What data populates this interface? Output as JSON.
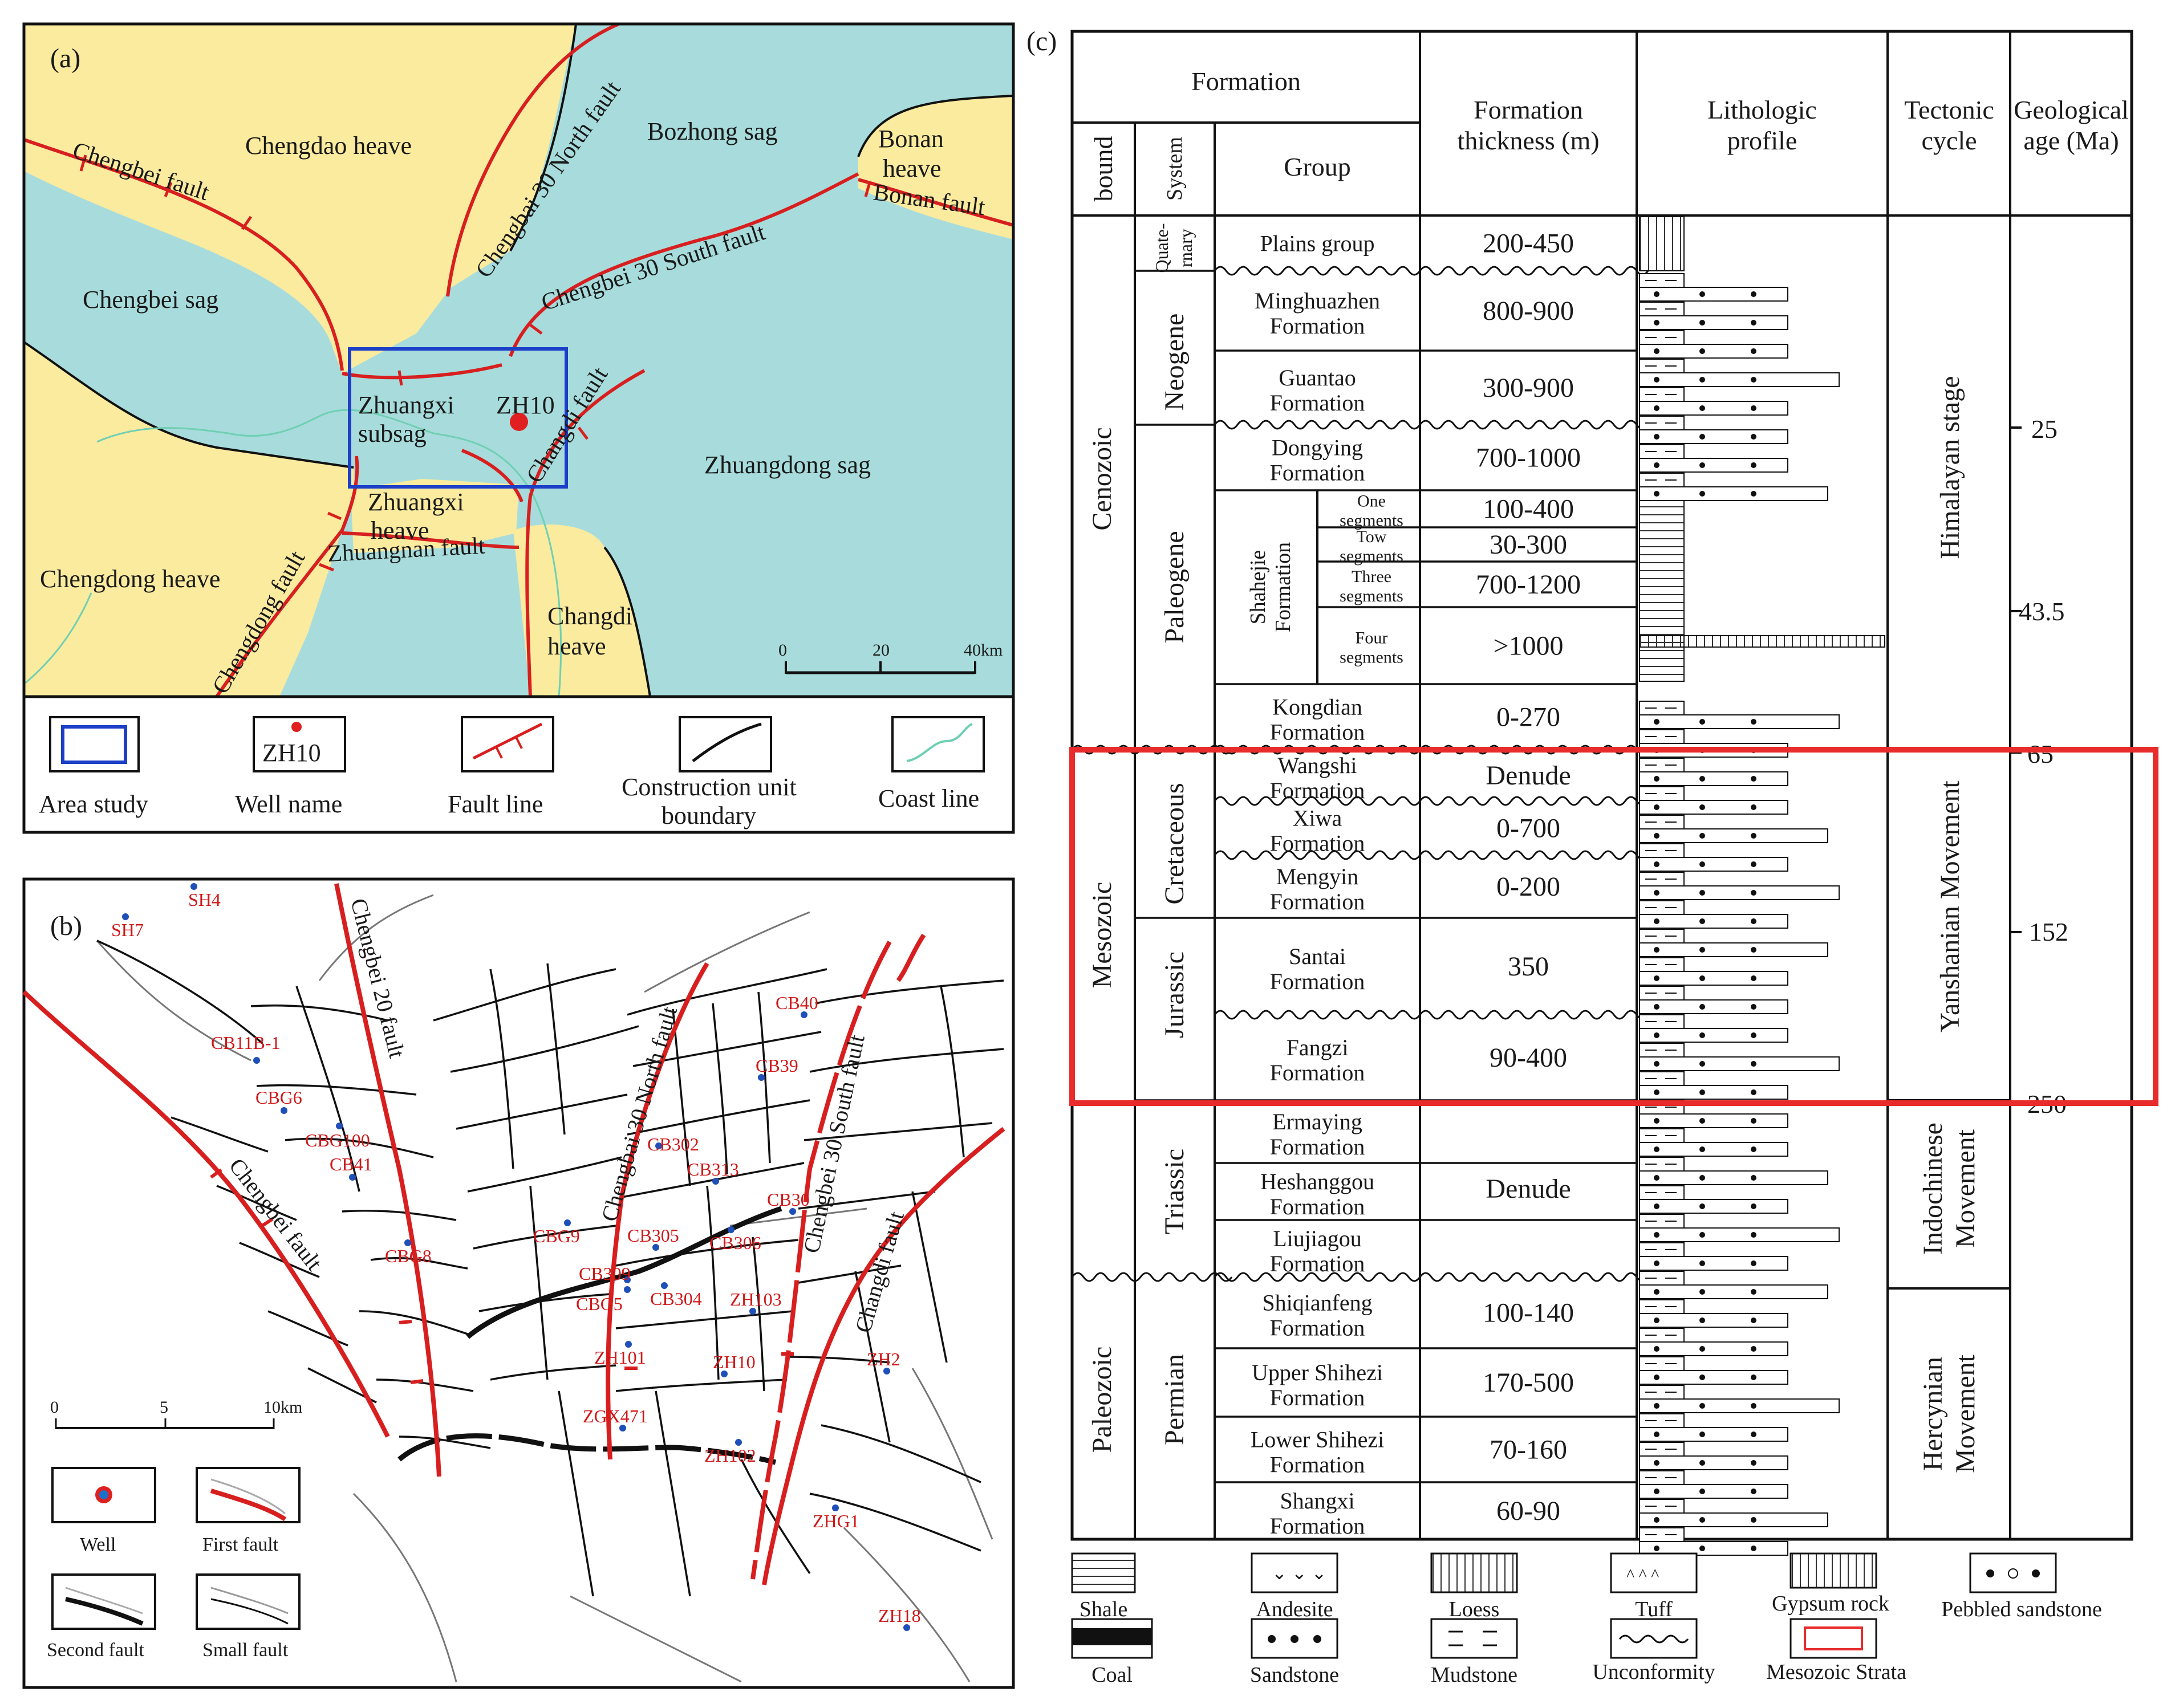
{
  "panel_a": {
    "tag": "(a)",
    "units": {
      "heaves": [
        "Chengdao heave",
        "Bonan heave",
        "Zhuangxi heave",
        "Chengdong heave",
        "Changdi heave"
      ],
      "bonan_line1": "Bonan",
      "bonan_line2": "heave",
      "zhuangxi_heave_line1": "Zhuangxi",
      "zhuangxi_heave_line2": "heave",
      "changdi_heave_line1": "Changdi",
      "changdi_heave_line2": "heave",
      "sags": [
        "Bozhong sag",
        "Chengbei sag",
        "Zhuangdong sag"
      ],
      "subsag_line1": "Zhuangxi",
      "subsag_line2": "subsag"
    },
    "faults": {
      "chengbei": "Chengbei fault",
      "north30": "Chengbai 30 North fault",
      "south30": "Chengbei 30 South fault",
      "bonan": "Bonan fault",
      "changdi": "Changdi fault",
      "chengdong": "Chengdong fault",
      "zhuangnan": "Zhuangnan fault"
    },
    "well": "ZH10",
    "scale": {
      "ticks": [
        "0",
        "20",
        "40km"
      ]
    },
    "legend": {
      "area": "Area study",
      "well_label": "Well name",
      "well_sample": "ZH10",
      "fault": "Fault line",
      "boundary_line1": "Construction unit",
      "boundary_line2": "boundary",
      "coast": "Coast line"
    },
    "colors": {
      "sea": "#a8dcdc",
      "heave": "#fbeb9f",
      "fault": "#d81f1f",
      "study_box": "#1c3fc8",
      "coast": "#6fcfb3"
    }
  },
  "panel_b": {
    "tag": "(b)",
    "faults": {
      "chengbei20": "Chengbei 20 fault",
      "north30": "Chengbai 30 North fault",
      "south30": "Chengbei 30 South fault",
      "changdi": "Changdi fault",
      "chengbei": "Chengbei fault"
    },
    "wells": [
      "SH4",
      "SH7",
      "CB11B-1",
      "CBG6",
      "CBG100",
      "CB41",
      "CBG8",
      "CBG9",
      "CB302",
      "CB313",
      "CB30",
      "CB305",
      "CB306",
      "CB309",
      "CBG5",
      "CB304",
      "ZH103",
      "ZH101",
      "ZH10",
      "ZH2",
      "ZGX471",
      "ZH102",
      "CB40",
      "CB39",
      "ZHG1",
      "ZH18"
    ],
    "scale": {
      "ticks": [
        "0",
        "5",
        "10km"
      ]
    },
    "legend": {
      "well": "Well",
      "first": "First fault",
      "second": "Second fault",
      "small": "Small fault"
    }
  },
  "panel_c": {
    "tag": "(c)",
    "headers": {
      "formation": "Formation",
      "bound": "bound",
      "system": "System",
      "group": "Group",
      "thickness_line1": "Formation",
      "thickness_line2": "thickness (m)",
      "litho_line1": "Lithologic",
      "litho_line2": "profile",
      "tect_line1": "Tectonic",
      "tect_line2": "cycle",
      "age_line1": "Geological",
      "age_line2": "age (Ma)"
    },
    "eras": [
      "Cenozoic",
      "Mesozoic",
      "Paleozoic"
    ],
    "systems": {
      "quat_line1": "Quate-",
      "quat_line2": "rnary",
      "neogene": "Neogene",
      "paleogene": "Paleogene",
      "cretaceous": "Cretaceous",
      "jurassic": "Jurassic",
      "triassic": "Triassic",
      "permian": "Permian"
    },
    "shahejie_line1": "Shahejie",
    "shahejie_line2": "Formation",
    "rows": [
      {
        "g1": "Plains group",
        "g2": "",
        "t": "200-450"
      },
      {
        "g1": "Minghuazhen",
        "g2": "Formation",
        "t": "800-900"
      },
      {
        "g1": "Guantao",
        "g2": "Formation",
        "t": "300-900"
      },
      {
        "g1": "Dongying",
        "g2": "Formation",
        "t": "700-1000"
      },
      {
        "g1": "One",
        "g2": "segments",
        "t": "100-400"
      },
      {
        "g1": "Tow",
        "g2": "segments",
        "t": "30-300"
      },
      {
        "g1": "Three",
        "g2": "segments",
        "t": "700-1200"
      },
      {
        "g1": "Four",
        "g2": "segments",
        "t": ">1000"
      },
      {
        "g1": "Kongdian",
        "g2": "Formation",
        "t": "0-270"
      },
      {
        "g1": "Wangshi",
        "g2": "Formation",
        "t": "Denude"
      },
      {
        "g1": "Xiwa",
        "g2": "Formation",
        "t": "0-700"
      },
      {
        "g1": "Mengyin",
        "g2": "Formation",
        "t": "0-200"
      },
      {
        "g1": "Santai",
        "g2": "Formation",
        "t": "350"
      },
      {
        "g1": "Fangzi",
        "g2": "Formation",
        "t": "90-400"
      },
      {
        "g1": "Ermaying",
        "g2": "Formation",
        "t": ""
      },
      {
        "g1": "Heshanggou",
        "g2": "Formation",
        "t": "Denude"
      },
      {
        "g1": "Liujiagou",
        "g2": "Formation",
        "t": ""
      },
      {
        "g1": "Shiqianfeng",
        "g2": "Formation",
        "t": "100-140"
      },
      {
        "g1": "Upper Shihezi",
        "g2": "Formation",
        "t": "170-500"
      },
      {
        "g1": "Lower Shihezi",
        "g2": "Formation",
        "t": "70-160"
      },
      {
        "g1": "Shangxi",
        "g2": "Formation",
        "t": "60-90"
      }
    ],
    "tectonic": {
      "himalayan": "Himalayan stage",
      "yanshanian": "Yanshanian Movement",
      "indo_line1": "Indochinese",
      "indo_line2": "Movement",
      "hercy_line1": "Hercynian",
      "hercy_line2": "Movement"
    },
    "ages": [
      "25",
      "43.5",
      "65",
      "152",
      "250"
    ],
    "legend": [
      "Shale",
      "Andesite",
      "Loess",
      "Tuff",
      "Gypsum rock",
      "Pebbled sandstone",
      "Coal",
      "Sandstone",
      "Mudstone",
      "Unconformity",
      "Mesozoic Strata"
    ],
    "colors": {
      "highlight": "#e82b2b"
    }
  }
}
